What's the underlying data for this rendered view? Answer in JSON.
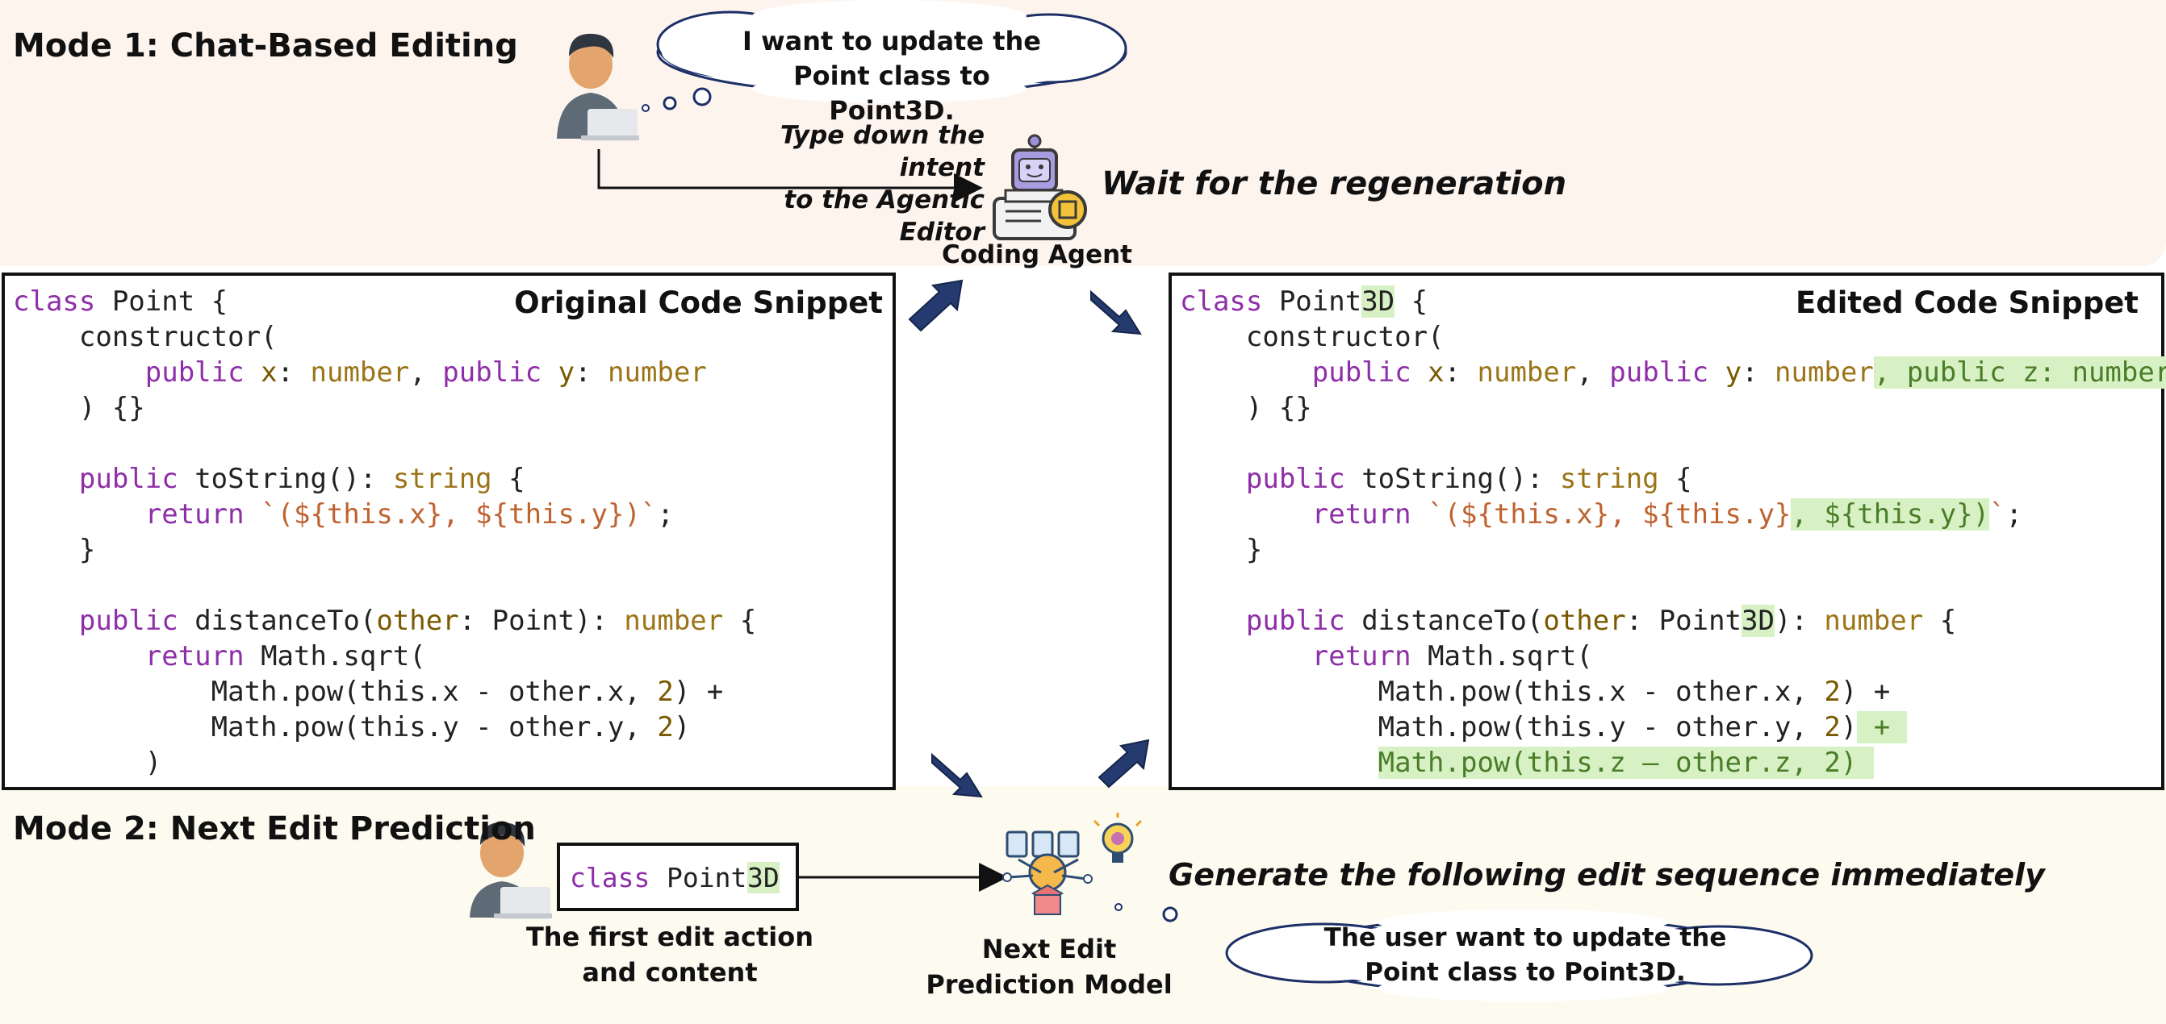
{
  "mode1": {
    "title": "Mode 1: Chat-Based Editing",
    "user_thought": [
      "I want to update the",
      "Point class to Point3D."
    ],
    "action_label": [
      "Type down the intent",
      "to the Agentic Editor"
    ],
    "agent_label": "Coding Agent",
    "wait_label": "Wait for the regeneration"
  },
  "original": {
    "title": "Original Code Snippet",
    "lines": [
      [
        {
          "t": "class ",
          "c": "k"
        },
        {
          "t": "Point {",
          "c": "p"
        }
      ],
      [
        {
          "t": "    constructor(",
          "c": "p"
        }
      ],
      [
        {
          "t": "        ",
          "c": "p"
        },
        {
          "t": "public ",
          "c": "k"
        },
        {
          "t": "x",
          "c": "n"
        },
        {
          "t": ": ",
          "c": "p"
        },
        {
          "t": "number",
          "c": "t"
        },
        {
          "t": ", ",
          "c": "p"
        },
        {
          "t": "public ",
          "c": "k"
        },
        {
          "t": "y",
          "c": "n"
        },
        {
          "t": ": ",
          "c": "p"
        },
        {
          "t": "number",
          "c": "t"
        }
      ],
      [
        {
          "t": "    ) {}",
          "c": "p"
        }
      ],
      [
        {
          "t": "",
          "c": "p"
        }
      ],
      [
        {
          "t": "    ",
          "c": "p"
        },
        {
          "t": "public ",
          "c": "k"
        },
        {
          "t": "toString(): ",
          "c": "p"
        },
        {
          "t": "string",
          "c": "t"
        },
        {
          "t": " {",
          "c": "p"
        }
      ],
      [
        {
          "t": "        ",
          "c": "p"
        },
        {
          "t": "return ",
          "c": "k"
        },
        {
          "t": "`(${this.x}, ${this.y})`",
          "c": "s"
        },
        {
          "t": ";",
          "c": "p"
        }
      ],
      [
        {
          "t": "    }",
          "c": "p"
        }
      ],
      [
        {
          "t": "",
          "c": "p"
        }
      ],
      [
        {
          "t": "    ",
          "c": "p"
        },
        {
          "t": "public ",
          "c": "k"
        },
        {
          "t": "distanceTo(",
          "c": "p"
        },
        {
          "t": "other",
          "c": "n"
        },
        {
          "t": ": Point): ",
          "c": "p"
        },
        {
          "t": "number",
          "c": "t"
        },
        {
          "t": " {",
          "c": "p"
        }
      ],
      [
        {
          "t": "        ",
          "c": "p"
        },
        {
          "t": "return ",
          "c": "k"
        },
        {
          "t": "Math.sqrt(",
          "c": "p"
        }
      ],
      [
        {
          "t": "            Math.pow(this.x - other.x, ",
          "c": "p"
        },
        {
          "t": "2",
          "c": "n"
        },
        {
          "t": ") +",
          "c": "p"
        }
      ],
      [
        {
          "t": "            Math.pow(this.y - other.y, ",
          "c": "p"
        },
        {
          "t": "2",
          "c": "n"
        },
        {
          "t": ")",
          "c": "p"
        }
      ],
      [
        {
          "t": "        )",
          "c": "p"
        }
      ]
    ]
  },
  "edited": {
    "title": "Edited Code Snippet",
    "lines": [
      [
        {
          "t": "class ",
          "c": "k"
        },
        {
          "t": "Point",
          "c": "p"
        },
        {
          "t": "3D",
          "c": "p hl"
        },
        {
          "t": " {",
          "c": "p"
        }
      ],
      [
        {
          "t": "    constructor(",
          "c": "p"
        }
      ],
      [
        {
          "t": "        ",
          "c": "p"
        },
        {
          "t": "public ",
          "c": "k"
        },
        {
          "t": "x",
          "c": "n"
        },
        {
          "t": ": ",
          "c": "p"
        },
        {
          "t": "number",
          "c": "t"
        },
        {
          "t": ", ",
          "c": "p"
        },
        {
          "t": "public ",
          "c": "k"
        },
        {
          "t": "y",
          "c": "n"
        },
        {
          "t": ": ",
          "c": "p"
        },
        {
          "t": "number",
          "c": "t"
        },
        {
          "t": ", public z: number",
          "c": "hl-green"
        }
      ],
      [
        {
          "t": "    ) {}",
          "c": "p"
        }
      ],
      [
        {
          "t": "",
          "c": "p"
        }
      ],
      [
        {
          "t": "    ",
          "c": "p"
        },
        {
          "t": "public ",
          "c": "k"
        },
        {
          "t": "toString(): ",
          "c": "p"
        },
        {
          "t": "string",
          "c": "t"
        },
        {
          "t": " {",
          "c": "p"
        }
      ],
      [
        {
          "t": "        ",
          "c": "p"
        },
        {
          "t": "return ",
          "c": "k"
        },
        {
          "t": "`(${this.x}, ${this.y}",
          "c": "s"
        },
        {
          "t": ", ${this.y})",
          "c": "hl-green"
        },
        {
          "t": "`",
          "c": "s"
        },
        {
          "t": ";",
          "c": "p"
        }
      ],
      [
        {
          "t": "    }",
          "c": "p"
        }
      ],
      [
        {
          "t": "",
          "c": "p"
        }
      ],
      [
        {
          "t": "    ",
          "c": "p"
        },
        {
          "t": "public ",
          "c": "k"
        },
        {
          "t": "distanceTo(",
          "c": "p"
        },
        {
          "t": "other",
          "c": "n"
        },
        {
          "t": ": Point",
          "c": "p"
        },
        {
          "t": "3D",
          "c": "p hl"
        },
        {
          "t": "): ",
          "c": "p"
        },
        {
          "t": "number",
          "c": "t"
        },
        {
          "t": " {",
          "c": "p"
        }
      ],
      [
        {
          "t": "        ",
          "c": "p"
        },
        {
          "t": "return ",
          "c": "k"
        },
        {
          "t": "Math.sqrt(",
          "c": "p"
        }
      ],
      [
        {
          "t": "            Math.pow(this.x - other.x, ",
          "c": "p"
        },
        {
          "t": "2",
          "c": "n"
        },
        {
          "t": ") +",
          "c": "p"
        }
      ],
      [
        {
          "t": "            Math.pow(this.y - other.y, ",
          "c": "p"
        },
        {
          "t": "2",
          "c": "n"
        },
        {
          "t": ")",
          "c": "p"
        },
        {
          "t": " + ",
          "c": "hl-green"
        }
      ],
      [
        {
          "t": "            ",
          "c": "p"
        },
        {
          "t": "Math.pow(this.z – other.z, 2) ",
          "c": "hl-green"
        }
      ]
    ]
  },
  "mode2": {
    "title": "Mode 2: Next Edit Prediction",
    "snippet_keyword": "class",
    "snippet_name": "Point",
    "snippet_suffix": "3D",
    "action_label": [
      "The first edit action",
      "and content"
    ],
    "model_label": [
      "Next Edit",
      "Prediction Model"
    ],
    "generate_label": "Generate the following edit sequence immediately",
    "model_thought": [
      "The user want to update the",
      "Point class to Point3D."
    ]
  },
  "colors": {
    "arrow": "#253a6e",
    "keyword": "#8e2fa8",
    "type": "#9b7418",
    "highlight": "#d7f1c5"
  }
}
